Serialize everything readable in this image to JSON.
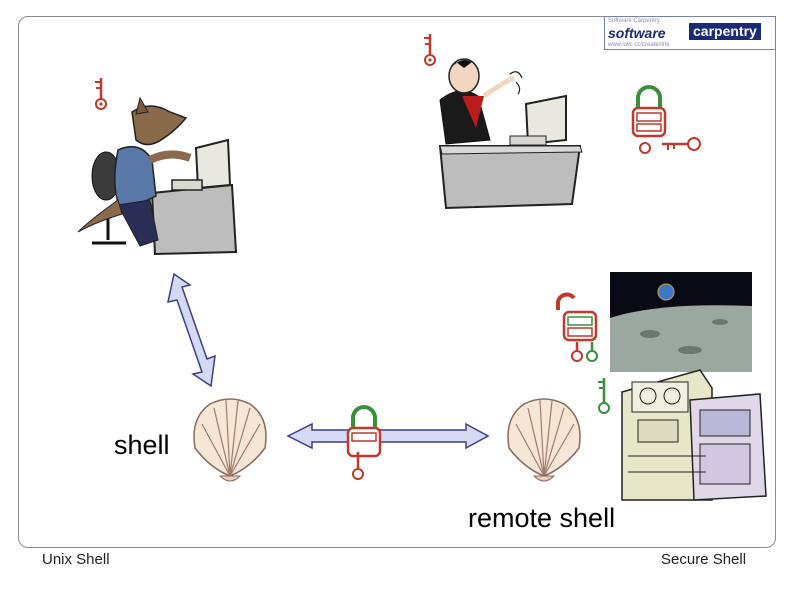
{
  "labels": {
    "shell": "shell",
    "remote_shell": "remote shell"
  },
  "footer": {
    "left": "Unix Shell",
    "right": "Secure Shell"
  },
  "logo": {
    "line1": "Software Carpentry",
    "brand_left": "software",
    "brand_right": "carpentry",
    "line3": "www.swc.cc/create/link"
  },
  "colors": {
    "lock_red": "#c0392b",
    "lock_green": "#3a8f3a",
    "arrow_fill": "#d6d9f5",
    "arrow_stroke": "#3b3f8a",
    "logo_blue": "#1b2a78"
  }
}
